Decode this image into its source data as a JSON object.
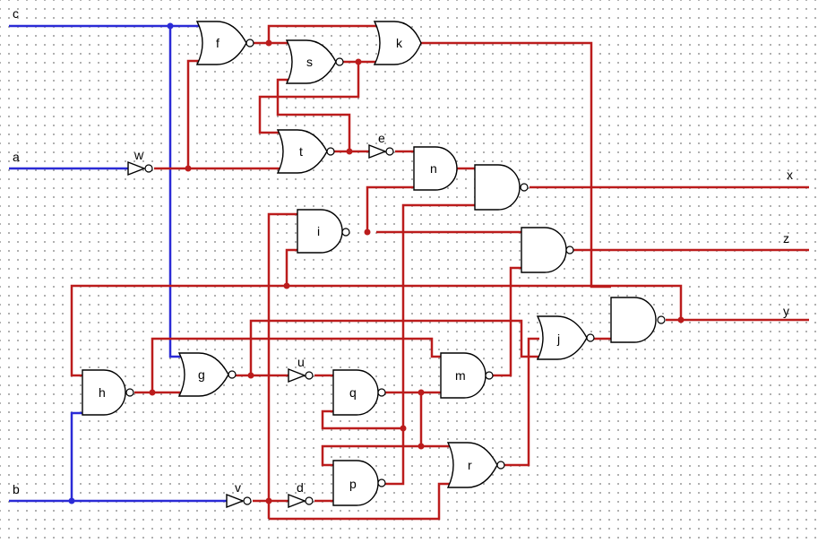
{
  "inputs": {
    "c": "c",
    "a": "a",
    "b": "b"
  },
  "outputs": {
    "x": "x",
    "z": "z",
    "y": "y"
  },
  "gates": {
    "f": "f",
    "s": "s",
    "k": "k",
    "t": "t",
    "n": "n",
    "i": "i",
    "g": "g",
    "h": "h",
    "m": "m",
    "q": "q",
    "j": "j",
    "r": "r",
    "p": "p",
    "x_nand": "",
    "z_nand": "",
    "y_nand": ""
  },
  "inverters": {
    "w": "w",
    "e": "e",
    "u": "u",
    "v": "v",
    "d": "d"
  },
  "colors": {
    "input_wire": "#2b2bd6",
    "wire": "#bb1c1c",
    "gate_outline": "#000000",
    "grid_dot": "#9a9a9a"
  }
}
